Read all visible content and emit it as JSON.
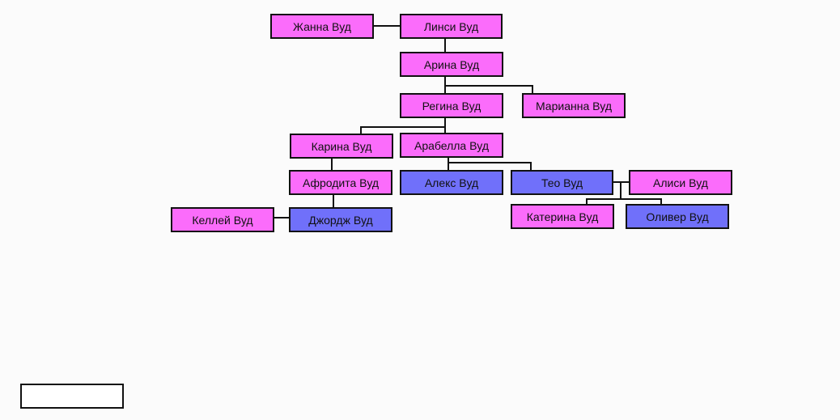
{
  "colors": {
    "female": "#fb6cfb",
    "male": "#7070fa",
    "line": "#111111"
  },
  "people": [
    {
      "id": "zhanna",
      "name": "Жанна Вуд",
      "gender": "female"
    },
    {
      "id": "linsi",
      "name": "Линси Вуд",
      "gender": "female"
    },
    {
      "id": "arina",
      "name": "Арина Вуд",
      "gender": "female"
    },
    {
      "id": "regina",
      "name": "Регина Вуд",
      "gender": "female"
    },
    {
      "id": "marianna",
      "name": "Марианна Вуд",
      "gender": "female"
    },
    {
      "id": "karina",
      "name": "Карина Вуд",
      "gender": "female"
    },
    {
      "id": "arabella",
      "name": "Арабелла Вуд",
      "gender": "female"
    },
    {
      "id": "afrodita",
      "name": "Афродита Вуд",
      "gender": "female"
    },
    {
      "id": "aleks",
      "name": "Алекс Вуд",
      "gender": "male"
    },
    {
      "id": "teo",
      "name": "Тео Вуд",
      "gender": "male"
    },
    {
      "id": "alisi",
      "name": "Алиси Вуд",
      "gender": "female"
    },
    {
      "id": "kellei",
      "name": "Келлей Вуд",
      "gender": "female"
    },
    {
      "id": "dzhordzh",
      "name": "Джордж Вуд",
      "gender": "male"
    },
    {
      "id": "katerina",
      "name": "Катерина Вуд",
      "gender": "female"
    },
    {
      "id": "oliver",
      "name": "Оливер Вуд",
      "gender": "male"
    }
  ]
}
